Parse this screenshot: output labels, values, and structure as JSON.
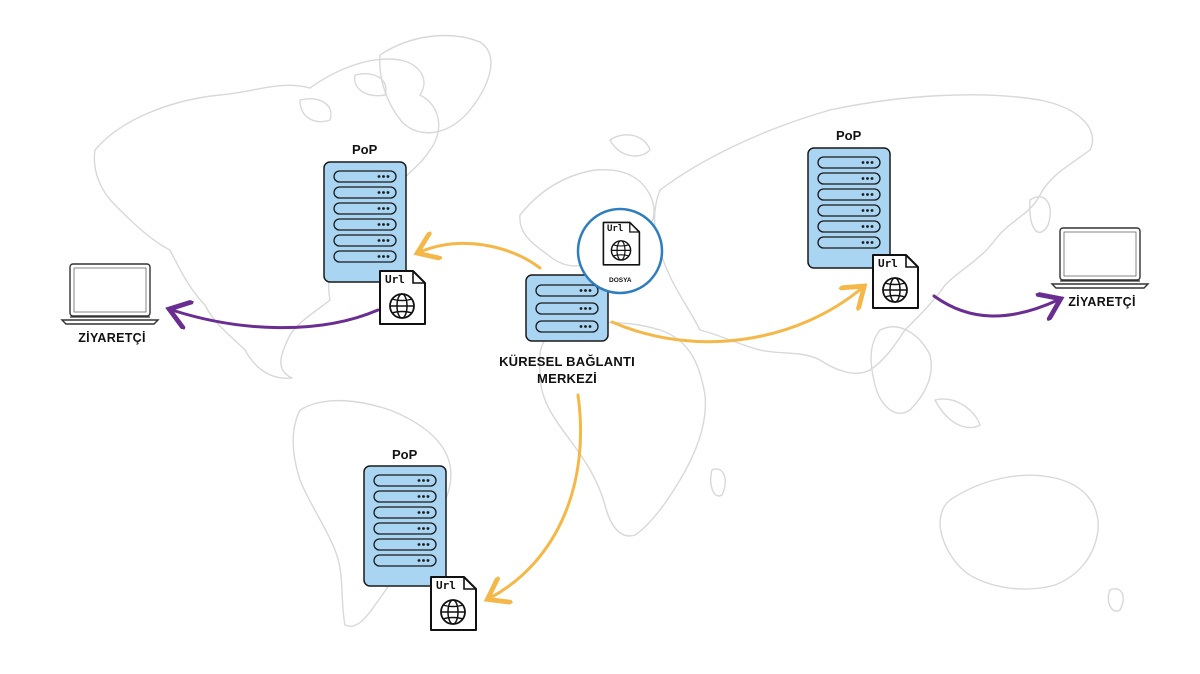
{
  "pops": [
    {
      "id": "pop-north-america",
      "label": "PoP"
    },
    {
      "id": "pop-asia",
      "label": "PoP"
    },
    {
      "id": "pop-south-america",
      "label": "PoP"
    }
  ],
  "hub": {
    "label_line1": "KÜRESEL BAĞLANTI",
    "label_line2": "MERKEZİ",
    "file_label": "DOSYA"
  },
  "visitors": [
    {
      "id": "visitor-left",
      "label": "ZİYARETÇİ"
    },
    {
      "id": "visitor-right",
      "label": "ZİYARETÇİ"
    }
  ],
  "file_icon_text": "Url",
  "colors": {
    "server_fill": "#a9d4f2",
    "server_stroke": "#1a1a1a",
    "distribution_arrow": "#f5b848",
    "delivery_arrow": "#6a2d91",
    "hub_circle": "#2d7dbf",
    "map_outline": "#d6d6d6"
  }
}
